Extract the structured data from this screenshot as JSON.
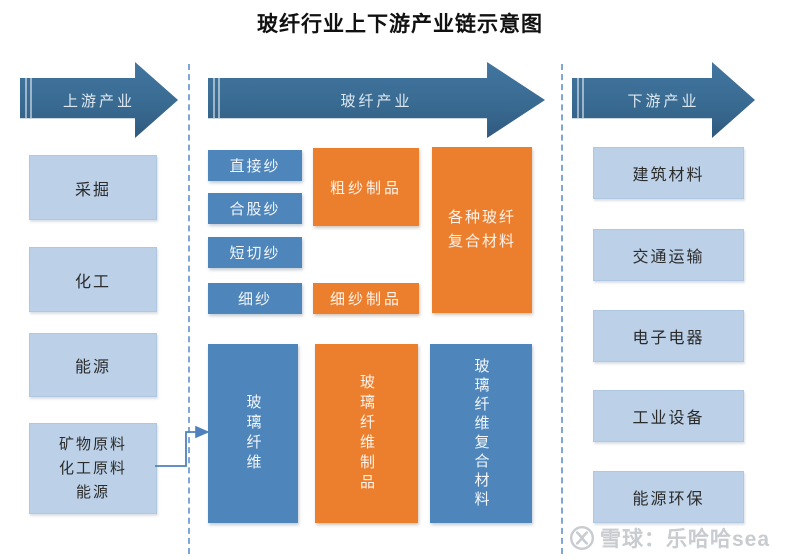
{
  "title": "玻纤行业上下游产业链示意图",
  "colors": {
    "steel_blue": "#396B92",
    "mid_blue": "#4E86BC",
    "orange": "#EC7F2E",
    "light_blue": "#BCD1E8",
    "dashed_blue": "#7EA6D8",
    "connector_blue": "#4F81BD",
    "text_dark": "#2B2B2B",
    "arrow_text": "#DDE7F0",
    "watermark_gray": "#C8CBCF"
  },
  "arrows": {
    "upstream": "上游产业",
    "industry": "玻纤产业",
    "downstream": "下游产业"
  },
  "upstream": {
    "items": [
      "采掘",
      "化工",
      "能源",
      "矿物原料\n化工原料\n能源"
    ]
  },
  "industry": {
    "yarns": [
      "直接纱",
      "合股纱",
      "短切纱",
      "细纱"
    ],
    "products": [
      "粗纱制品",
      "细纱制品"
    ],
    "composites": "各种玻纤\n复合材料",
    "chain": [
      "玻璃纤维",
      "玻璃纤维制品",
      "玻璃纤维复合材料"
    ]
  },
  "downstream": {
    "items": [
      "建筑材料",
      "交通运输",
      "电子电器",
      "工业设备",
      "能源环保"
    ]
  },
  "watermark": {
    "logo": "snowball-icon",
    "brand": "雪球",
    "separator": "：",
    "username": "乐哈哈sea"
  }
}
